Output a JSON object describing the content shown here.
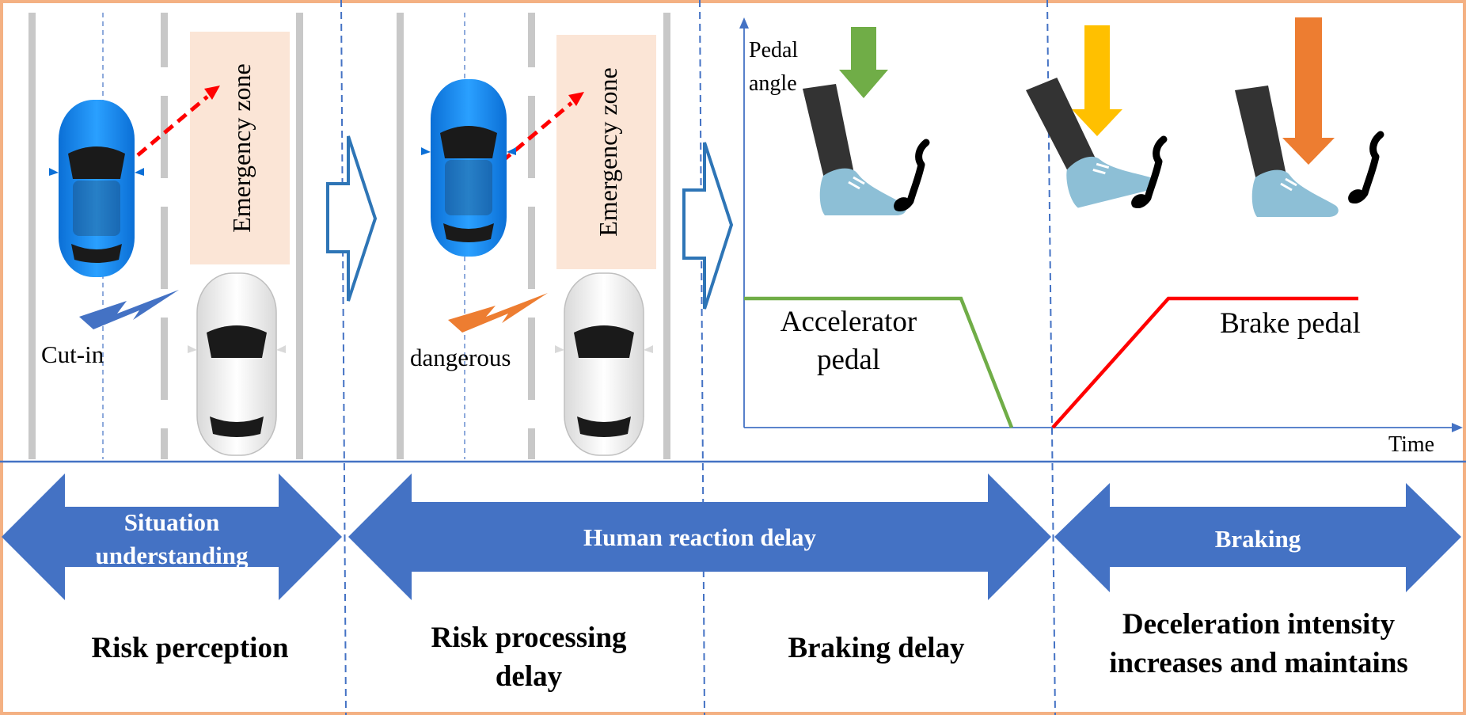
{
  "colors": {
    "frame": "#f4b183",
    "divider": "#4472c4",
    "band_arrow": "#4472c4",
    "lane_line": "#c8c8c8",
    "emergency_zone": "#fbe5d6",
    "car_blue": "#1e90ff",
    "car_white": "#f2f2f2",
    "accelerator_line": "#70ad47",
    "brake_line": "#ff0000",
    "arrow_green": "#70ad47",
    "arrow_yellow": "#ffc000",
    "arrow_orange": "#ed7d31",
    "leg": "#333333",
    "shoe": "#8dbfd6",
    "risk_arrow": "#ff0000",
    "bolt_blue": "#4472c4",
    "bolt_orange": "#ed7d31"
  },
  "scene1": {
    "zone_label": "Emergency zone",
    "event_label": "Cut-in",
    "bolt_icon": "lightning-bolt-icon"
  },
  "scene2": {
    "zone_label": "Emergency zone",
    "event_label": "dangerous",
    "bolt_icon": "lightning-bolt-icon"
  },
  "pedal_chart": {
    "y_label_line1": "Pedal",
    "y_label_line2": "angle",
    "x_label": "Time",
    "accelerator_label_line1": "Accelerator",
    "accelerator_label_line2": "pedal",
    "brake_label": "Brake pedal",
    "press_arrows": [
      "arrow-down-icon-green",
      "arrow-down-icon-yellow",
      "arrow-down-icon-orange"
    ]
  },
  "bands": [
    {
      "label_line1": "Situation",
      "label_line2": "understanding"
    },
    {
      "label_line1": "Human reaction delay",
      "label_line2": ""
    },
    {
      "label_line1": "Braking",
      "label_line2": ""
    }
  ],
  "phases": [
    {
      "line1": "Risk perception",
      "line2": ""
    },
    {
      "line1": "Risk processing",
      "line2": "delay"
    },
    {
      "line1": "Braking delay",
      "line2": ""
    },
    {
      "line1": "Deceleration intensity",
      "line2": "increases and maintains"
    }
  ]
}
